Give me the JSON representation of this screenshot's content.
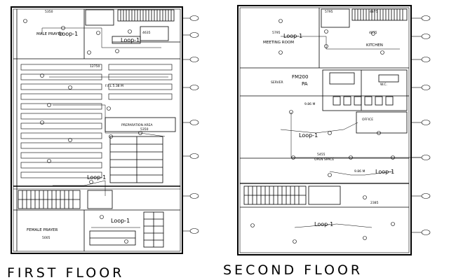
{
  "drawing": {
    "first_floor": {
      "title": "FIRST FLOOR",
      "rooms": {
        "male_prayer": "MALE PRAYER",
        "preparation_area": "PREPARATION AREA",
        "female_prayer": "FEMALE PRAYER"
      },
      "level_text": "F.F.L 5.38 M",
      "loops": [
        "Loop-1",
        "Loop-1",
        "Loop-1",
        "Loop-1"
      ],
      "dims": [
        "5350",
        "4635",
        "12750",
        "5350",
        "5005"
      ]
    },
    "second_floor": {
      "title": "SECOND FLOOR",
      "rooms": {
        "meeting_room": "MEETING ROOM",
        "kitchen": "KITCHEN",
        "server": "SERVER",
        "office": "OFFICE",
        "open_space": "OPEN SPACE",
        "wc": "W.C."
      },
      "panel_labels": [
        "FM200",
        "PA"
      ],
      "level_text_1": "9.86 M",
      "level_text_2": "9.86 M",
      "loops": [
        "Loop-1",
        "Loop-1",
        "Loop-1",
        "Loop-1"
      ],
      "dims": [
        "5795",
        "4875",
        "5795",
        "4875",
        "5455",
        "2385"
      ]
    }
  }
}
